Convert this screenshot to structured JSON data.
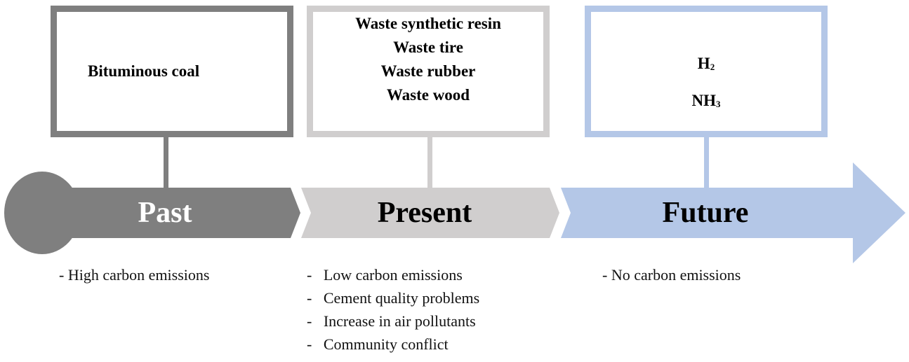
{
  "past": {
    "label": "Past",
    "items": [
      "Bituminous coal"
    ],
    "notes": [
      "- High carbon emissions"
    ],
    "color": "#7f7f7f"
  },
  "present": {
    "label": "Present",
    "items": [
      "Waste synthetic resin",
      "Waste tire",
      "Waste rubber",
      "Waste wood"
    ],
    "notes": [
      "-   Low carbon emissions",
      "-   Cement quality problems",
      "-   Increase in air pollutants",
      "-   Community conflict"
    ],
    "color": "#d0cece"
  },
  "future": {
    "label": "Future",
    "items": [
      {
        "base": "H",
        "sub": "2"
      },
      {
        "base": "NH",
        "sub": "3"
      }
    ],
    "notes": [
      "- No carbon emissions"
    ],
    "color": "#b4c7e7"
  }
}
